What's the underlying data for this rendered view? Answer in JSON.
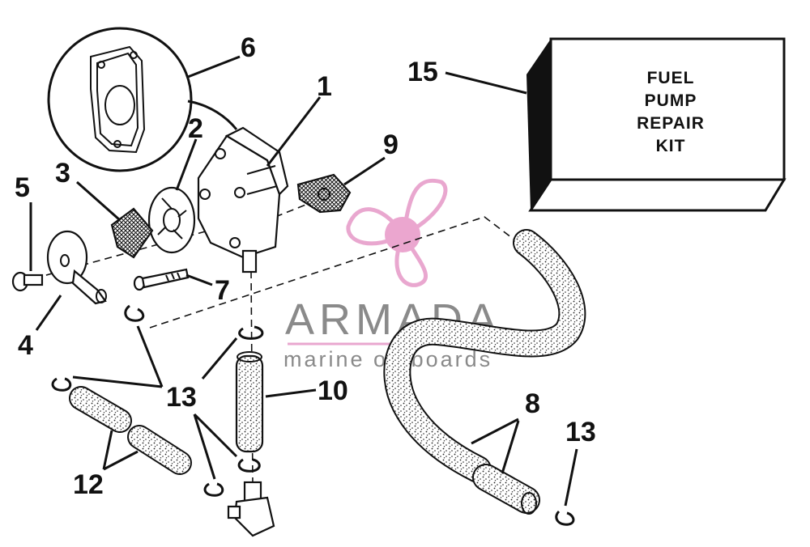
{
  "parts": [
    {
      "id": "1",
      "label": "1"
    },
    {
      "id": "2",
      "label": "2"
    },
    {
      "id": "3",
      "label": "3"
    },
    {
      "id": "4",
      "label": "4"
    },
    {
      "id": "5",
      "label": "5"
    },
    {
      "id": "6",
      "label": "6"
    },
    {
      "id": "7",
      "label": "7"
    },
    {
      "id": "8",
      "label": "8"
    },
    {
      "id": "9",
      "label": "9"
    },
    {
      "id": "10",
      "label": "10"
    },
    {
      "id": "12",
      "label": "12"
    },
    {
      "id": "13a",
      "label": "13"
    },
    {
      "id": "13b",
      "label": "13"
    },
    {
      "id": "15",
      "label": "15"
    }
  ],
  "kit_box": {
    "lines": [
      "FUEL",
      "PUMP",
      "REPAIR",
      "KIT"
    ]
  },
  "watermark": {
    "brand": "ARMADA",
    "tagline": "marine outboards",
    "color": "#e9a7cf"
  }
}
